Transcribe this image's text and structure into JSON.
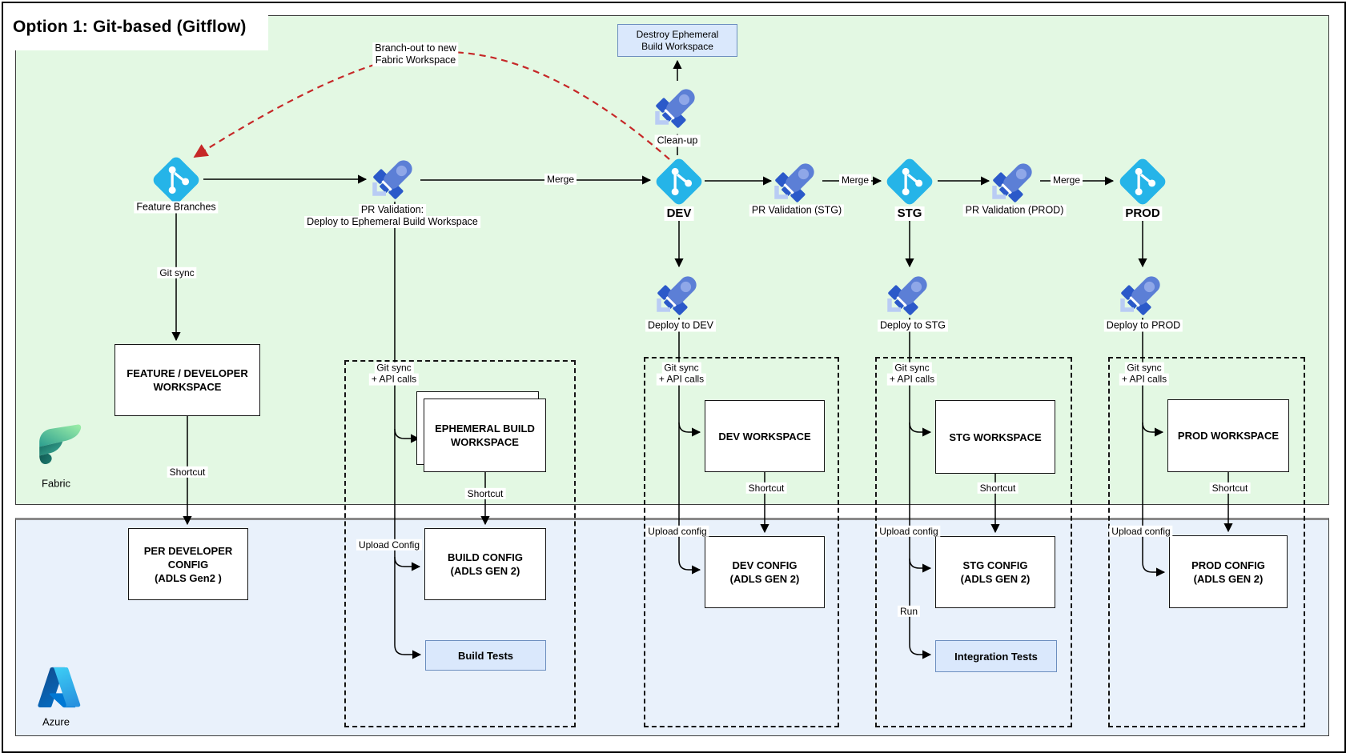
{
  "title": "Option 1: Git-based (Gitflow)",
  "annotation": {
    "line1": "Branch-out to new",
    "line2": "Fabric Workspace"
  },
  "regions": {
    "fabric_label": "Fabric",
    "azure_label": "Azure"
  },
  "colors": {
    "git_node": "#25b4e8",
    "rocket_body": "#5c7fd6",
    "rocket_dark": "#2b59c9",
    "rocket_bracket": "#b9ccf4",
    "accent_fill": "#dae8fc",
    "accent_border": "#6c8ebf",
    "fabric_region": "#e3f8e3",
    "azure_region": "#e9f1fb",
    "red_arrow": "#c62828"
  },
  "top_flow": {
    "feature_label": "Feature Branches",
    "pr_validation_dev": {
      "line1": "PR Validation:",
      "line2": "Deploy to Ephemeral Build Workspace"
    },
    "merge_label_1": "Merge",
    "merge_label_2": "Merge",
    "merge_label_3": "Merge",
    "dev_label": "DEV",
    "stg_label": "STG",
    "prod_label": "PROD",
    "pr_validation_stg": "PR Validation (STG)",
    "pr_validation_prod": "PR Validation (PROD)",
    "cleanup_label": "Clean-up",
    "destroy_box": {
      "line1": "Destroy Ephemeral",
      "line2": "Build Workspace"
    },
    "deploy_dev": "Deploy to DEV",
    "deploy_stg": "Deploy to STG",
    "deploy_prod": "Deploy to PROD"
  },
  "columns": {
    "feature": {
      "edge_git_sync": "Git sync",
      "workspace": {
        "line1": "FEATURE / DEVELOPER",
        "line2": "WORKSPACE"
      },
      "edge_shortcut": "Shortcut",
      "config": {
        "line1": "PER DEVELOPER",
        "line2": "CONFIG",
        "line3": "(ADLS Gen2 )"
      }
    },
    "build": {
      "edge_git_sync": {
        "line1": "Git sync",
        "line2": "+ API calls"
      },
      "workspace": {
        "line1": "EPHEMERAL BUILD",
        "line2": "WORKSPACE"
      },
      "edge_shortcut": "Shortcut",
      "edge_upload": "Upload Config",
      "config": {
        "line1": "BUILD CONFIG",
        "line2": "(ADLS GEN 2)"
      },
      "tests": "Build Tests"
    },
    "dev": {
      "edge_git_sync": {
        "line1": "Git sync",
        "line2": "+ API calls"
      },
      "workspace": "DEV WORKSPACE",
      "edge_shortcut": "Shortcut",
      "edge_upload": "Upload config",
      "config": {
        "line1": "DEV CONFIG",
        "line2": "(ADLS GEN 2)"
      }
    },
    "stg": {
      "edge_git_sync": {
        "line1": "Git sync",
        "line2": "+ API calls"
      },
      "workspace": "STG WORKSPACE",
      "edge_shortcut": "Shortcut",
      "edge_upload": "Upload config",
      "config": {
        "line1": "STG CONFIG",
        "line2": "(ADLS GEN 2)"
      },
      "edge_run": "Run",
      "tests": "Integration Tests"
    },
    "prod": {
      "edge_git_sync": {
        "line1": "Git sync",
        "line2": "+ API calls"
      },
      "workspace": "PROD WORKSPACE",
      "edge_shortcut": "Shortcut",
      "edge_upload": "Upload config",
      "config": {
        "line1": "PROD CONFIG",
        "line2": "(ADLS GEN 2)"
      }
    }
  }
}
